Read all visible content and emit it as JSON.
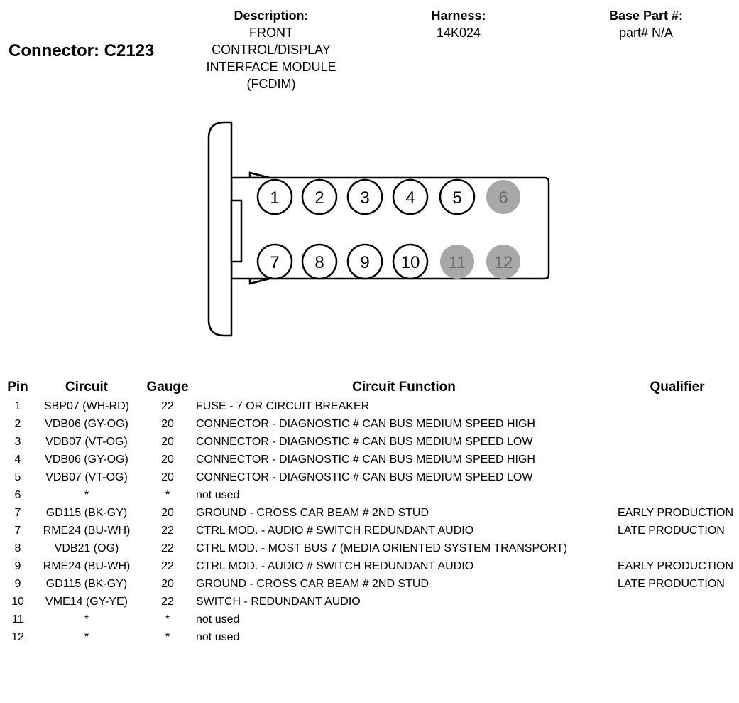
{
  "connector": {
    "label": "Connector: C2123"
  },
  "description": {
    "heading": "Description:",
    "lines": [
      "FRONT",
      "CONTROL/DISPLAY",
      "INTERFACE MODULE",
      "(FCDIM)"
    ]
  },
  "harness": {
    "heading": "Harness:",
    "value": "14K024"
  },
  "base_part": {
    "heading": "Base Part #:",
    "value": "part# N/A"
  },
  "diagram": {
    "pins": [
      {
        "label": "1",
        "used": true
      },
      {
        "label": "2",
        "used": true
      },
      {
        "label": "3",
        "used": true
      },
      {
        "label": "4",
        "used": true
      },
      {
        "label": "5",
        "used": true
      },
      {
        "label": "6",
        "used": false
      },
      {
        "label": "7",
        "used": true
      },
      {
        "label": "8",
        "used": true
      },
      {
        "label": "9",
        "used": true
      },
      {
        "label": "10",
        "used": true
      },
      {
        "label": "11",
        "used": false
      },
      {
        "label": "12",
        "used": false
      }
    ],
    "colors": {
      "used_fill": "#ffffff",
      "unused_fill": "#a8a8a8",
      "unused_text": "#6e6e6e"
    }
  },
  "table": {
    "headers": {
      "pin": "Pin",
      "circuit": "Circuit",
      "gauge": "Gauge",
      "function": "Circuit Function",
      "qualifier": "Qualifier"
    },
    "rows": [
      {
        "pin": "1",
        "circuit": "SBP07 (WH-RD)",
        "gauge": "22",
        "function": "FUSE - 7 OR CIRCUIT BREAKER",
        "qualifier": ""
      },
      {
        "pin": "2",
        "circuit": "VDB06 (GY-OG)",
        "gauge": "20",
        "function": "CONNECTOR - DIAGNOSTIC # CAN BUS MEDIUM SPEED HIGH",
        "qualifier": ""
      },
      {
        "pin": "3",
        "circuit": "VDB07 (VT-OG)",
        "gauge": "20",
        "function": "CONNECTOR - DIAGNOSTIC # CAN BUS MEDIUM SPEED LOW",
        "qualifier": ""
      },
      {
        "pin": "4",
        "circuit": "VDB06 (GY-OG)",
        "gauge": "20",
        "function": "CONNECTOR - DIAGNOSTIC # CAN BUS MEDIUM SPEED HIGH",
        "qualifier": ""
      },
      {
        "pin": "5",
        "circuit": "VDB07 (VT-OG)",
        "gauge": "20",
        "function": "CONNECTOR - DIAGNOSTIC # CAN BUS MEDIUM SPEED LOW",
        "qualifier": ""
      },
      {
        "pin": "6",
        "circuit": "*",
        "gauge": "*",
        "function": "not used",
        "qualifier": ""
      },
      {
        "pin": "7",
        "circuit": "GD115 (BK-GY)",
        "gauge": "20",
        "function": "GROUND - CROSS CAR BEAM # 2ND STUD",
        "qualifier": "EARLY PRODUCTION"
      },
      {
        "pin": "7",
        "circuit": "RME24 (BU-WH)",
        "gauge": "22",
        "function": "CTRL MOD. - AUDIO # SWITCH REDUNDANT AUDIO",
        "qualifier": "LATE PRODUCTION"
      },
      {
        "pin": "8",
        "circuit": "VDB21 (OG)",
        "gauge": "22",
        "function": "CTRL MOD. - MOST BUS 7 (MEDIA ORIENTED SYSTEM TRANSPORT)",
        "qualifier": ""
      },
      {
        "pin": "9",
        "circuit": "RME24 (BU-WH)",
        "gauge": "22",
        "function": "CTRL MOD. - AUDIO # SWITCH REDUNDANT AUDIO",
        "qualifier": "EARLY PRODUCTION"
      },
      {
        "pin": "9",
        "circuit": "GD115 (BK-GY)",
        "gauge": "20",
        "function": "GROUND - CROSS CAR BEAM # 2ND STUD",
        "qualifier": "LATE PRODUCTION"
      },
      {
        "pin": "10",
        "circuit": "VME14 (GY-YE)",
        "gauge": "22",
        "function": "SWITCH - REDUNDANT AUDIO",
        "qualifier": ""
      },
      {
        "pin": "11",
        "circuit": "*",
        "gauge": "*",
        "function": "not used",
        "qualifier": ""
      },
      {
        "pin": "12",
        "circuit": "*",
        "gauge": "*",
        "function": "not used",
        "qualifier": ""
      }
    ]
  }
}
